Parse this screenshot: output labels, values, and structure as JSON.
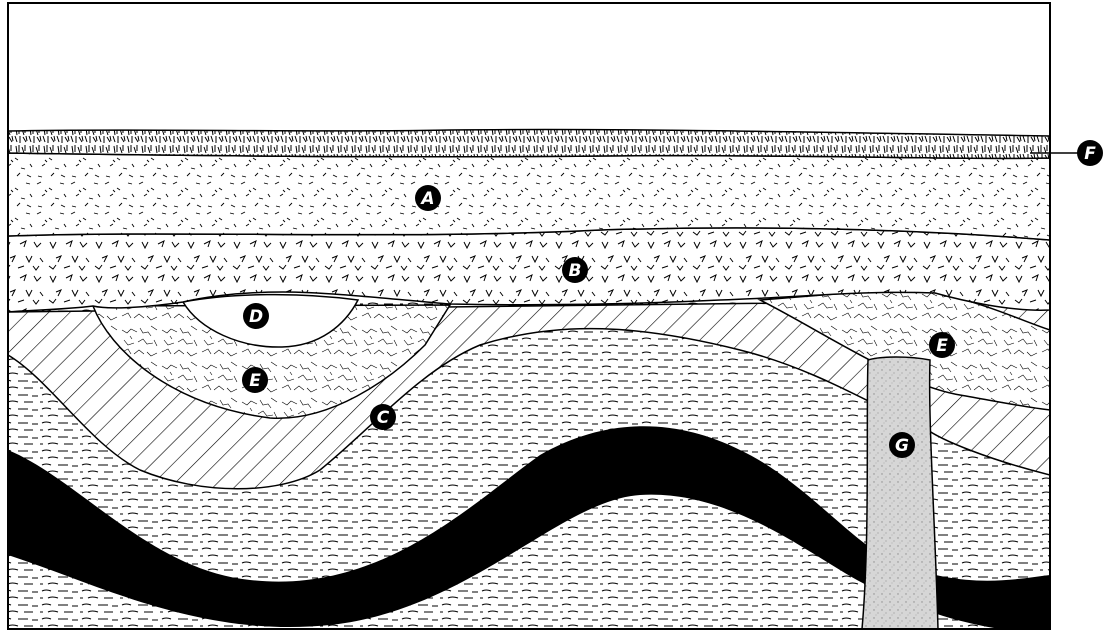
{
  "labels": {
    "a": "A",
    "b": "B",
    "c": "C",
    "d": "D",
    "e_left": "E",
    "e_right": "E",
    "f": "F",
    "g": "G"
  },
  "colors": {
    "outline": "#000000",
    "background": "#ffffff",
    "coal_seam": "#000000",
    "intrusion_fill": "#d6d6d6",
    "label_marker": "#000000",
    "label_text": "#ffffff"
  }
}
